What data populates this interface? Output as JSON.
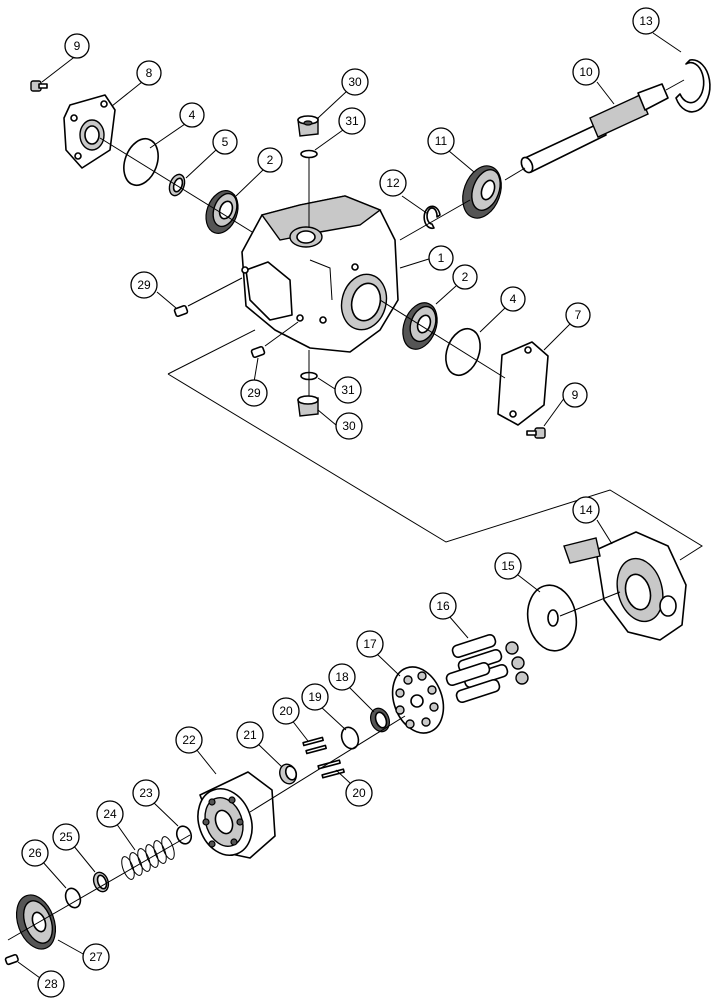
{
  "callouts": [
    {
      "id": "c9a",
      "label": "9"
    },
    {
      "id": "c8",
      "label": "8"
    },
    {
      "id": "c4a",
      "label": "4"
    },
    {
      "id": "c5",
      "label": "5"
    },
    {
      "id": "c2a",
      "label": "2"
    },
    {
      "id": "c30a",
      "label": "30"
    },
    {
      "id": "c31a",
      "label": "31"
    },
    {
      "id": "c12",
      "label": "12"
    },
    {
      "id": "c11",
      "label": "11"
    },
    {
      "id": "c10",
      "label": "10"
    },
    {
      "id": "c13",
      "label": "13"
    },
    {
      "id": "c1",
      "label": "1"
    },
    {
      "id": "c29a",
      "label": "29"
    },
    {
      "id": "c2b",
      "label": "2"
    },
    {
      "id": "c4b",
      "label": "4"
    },
    {
      "id": "c7",
      "label": "7"
    },
    {
      "id": "c29b",
      "label": "29"
    },
    {
      "id": "c31b",
      "label": "31"
    },
    {
      "id": "c30b",
      "label": "30"
    },
    {
      "id": "c9b",
      "label": "9"
    },
    {
      "id": "c14",
      "label": "14"
    },
    {
      "id": "c15",
      "label": "15"
    },
    {
      "id": "c16",
      "label": "16"
    },
    {
      "id": "c17",
      "label": "17"
    },
    {
      "id": "c18",
      "label": "18"
    },
    {
      "id": "c19",
      "label": "19"
    },
    {
      "id": "c20a",
      "label": "20"
    },
    {
      "id": "c21",
      "label": "21"
    },
    {
      "id": "c22",
      "label": "22"
    },
    {
      "id": "c20b",
      "label": "20"
    },
    {
      "id": "c23",
      "label": "23"
    },
    {
      "id": "c24",
      "label": "24"
    },
    {
      "id": "c25",
      "label": "25"
    },
    {
      "id": "c26",
      "label": "26"
    },
    {
      "id": "c27",
      "label": "27"
    },
    {
      "id": "c28",
      "label": "28"
    }
  ]
}
